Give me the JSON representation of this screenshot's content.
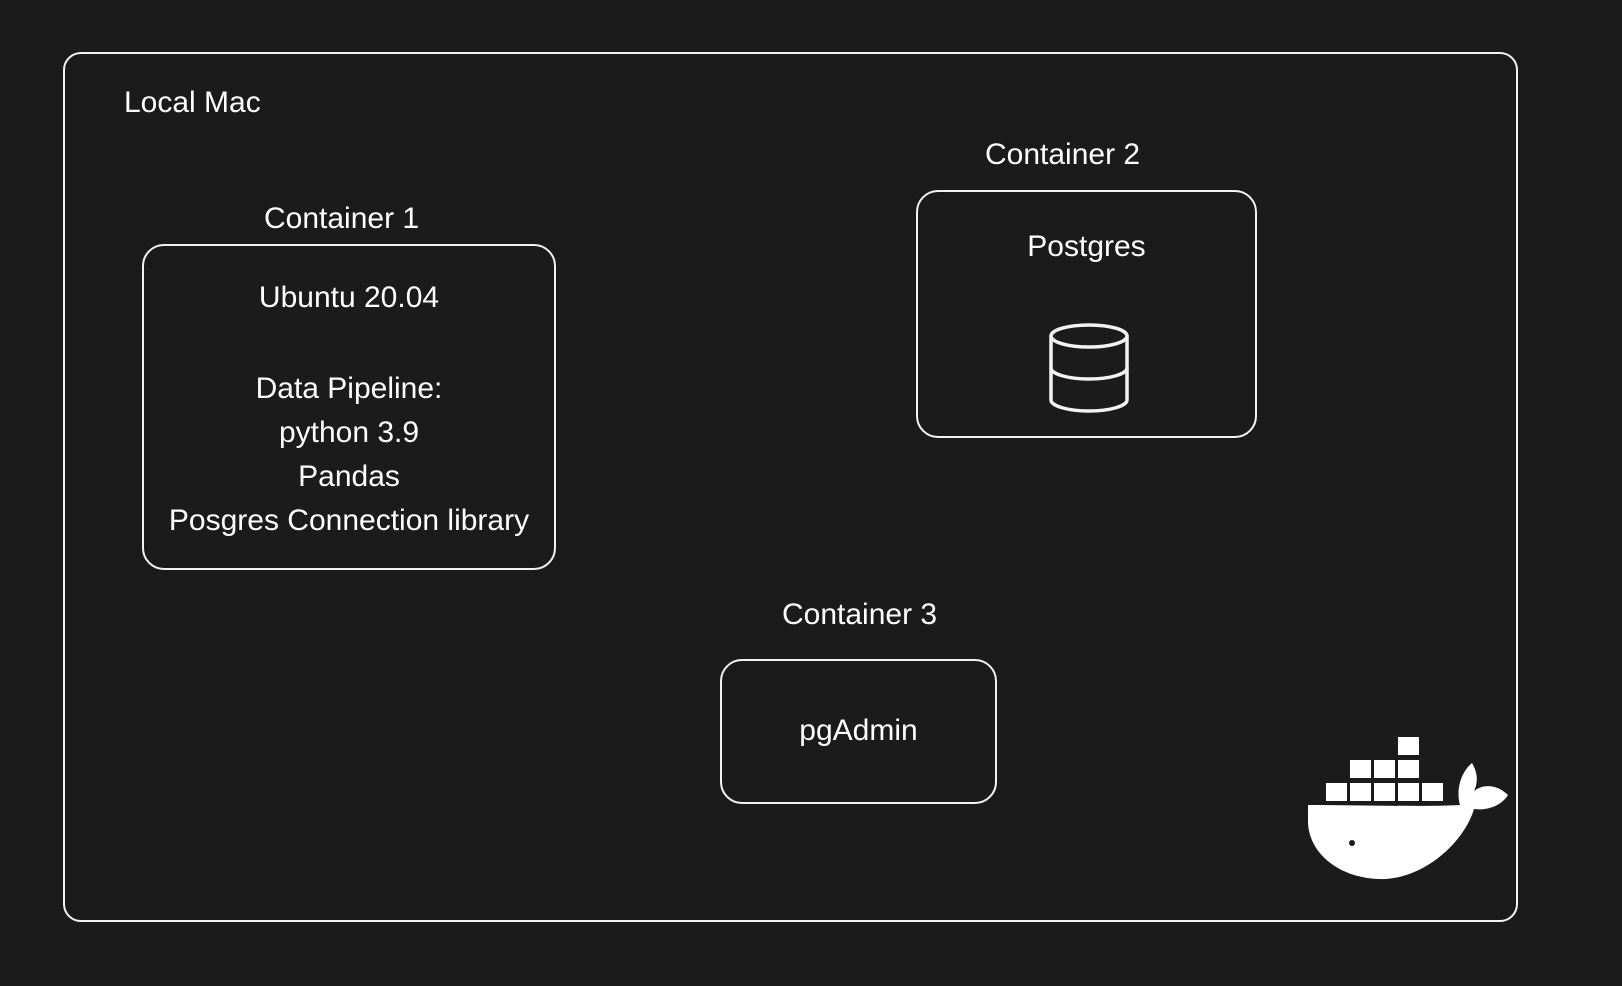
{
  "host": {
    "label": "Local Mac"
  },
  "container1": {
    "title": "Container 1",
    "os": "Ubuntu 20.04",
    "lines": [
      "Data Pipeline:",
      "python 3.9",
      "Pandas",
      "Posgres Connection library"
    ]
  },
  "container2": {
    "title": "Container 2",
    "service": "Postgres",
    "icon": "database-icon"
  },
  "container3": {
    "title": "Container 3",
    "service": "pgAdmin"
  },
  "logo": {
    "icon": "docker-whale-icon"
  },
  "colors": {
    "background": "#1b1b1b",
    "stroke": "#f2f2f2",
    "text": "#ffffff"
  }
}
